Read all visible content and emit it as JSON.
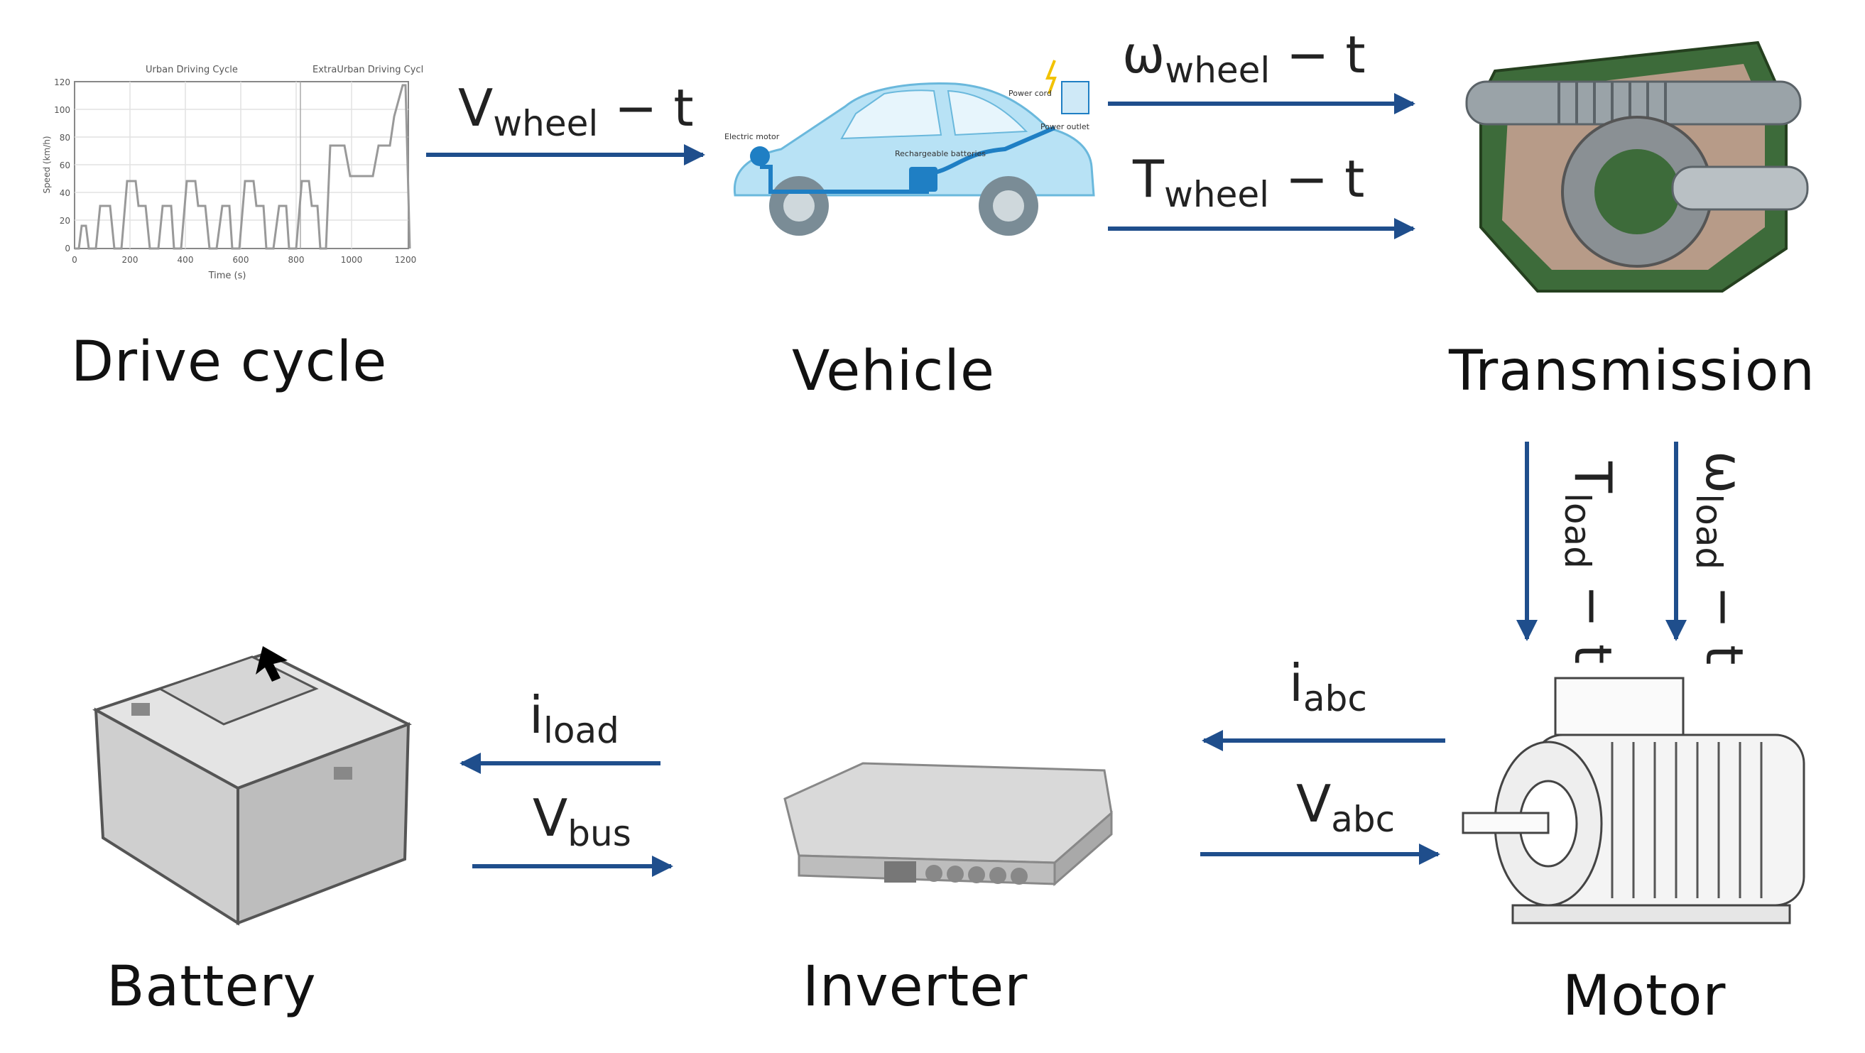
{
  "blocks": {
    "drive_cycle": "Drive cycle",
    "vehicle": "Vehicle",
    "transmission": "Transmission",
    "battery": "Battery",
    "inverter": "Inverter",
    "motor": "Motor"
  },
  "signals": {
    "v_wheel": {
      "main": "V",
      "sub": "wheel",
      "rest": " − t"
    },
    "omega_wheel": {
      "main": "ω",
      "sub": "wheel",
      "rest": " − t"
    },
    "t_wheel": {
      "main": "T",
      "sub": "wheel",
      "rest": " − t"
    },
    "t_load": {
      "main": "T",
      "sub": "load",
      "rest": " − t"
    },
    "omega_load": {
      "main": "ω",
      "sub": "load",
      "rest": " − t"
    },
    "i_abc": {
      "main": "i",
      "sub": "abc",
      "rest": ""
    },
    "v_abc": {
      "main": "V",
      "sub": "abc",
      "rest": ""
    },
    "i_load": {
      "main": "i",
      "sub": "load",
      "rest": ""
    },
    "v_bus": {
      "main": "V",
      "sub": "bus",
      "rest": ""
    }
  },
  "drive_cycle_plot": {
    "titles": [
      "Urban Driving Cycle",
      "ExtraUrban Driving Cycle"
    ],
    "xlabel": "Time (s)",
    "ylabel": "Speed (km/h)",
    "xticks": [
      "0",
      "200",
      "400",
      "600",
      "800",
      "1000",
      "1200"
    ],
    "yticks": [
      "0",
      "20",
      "40",
      "60",
      "80",
      "100",
      "120"
    ]
  },
  "vehicle_labels": {
    "motor": "Electric motor",
    "batteries": "Rechargeable batteries",
    "cord": "Power cord",
    "outlet": "Power outlet"
  },
  "colors": {
    "arrow": "#1f4e8c",
    "gear_green": "#3d6b3a",
    "car_blue": "#9fd6f0"
  }
}
